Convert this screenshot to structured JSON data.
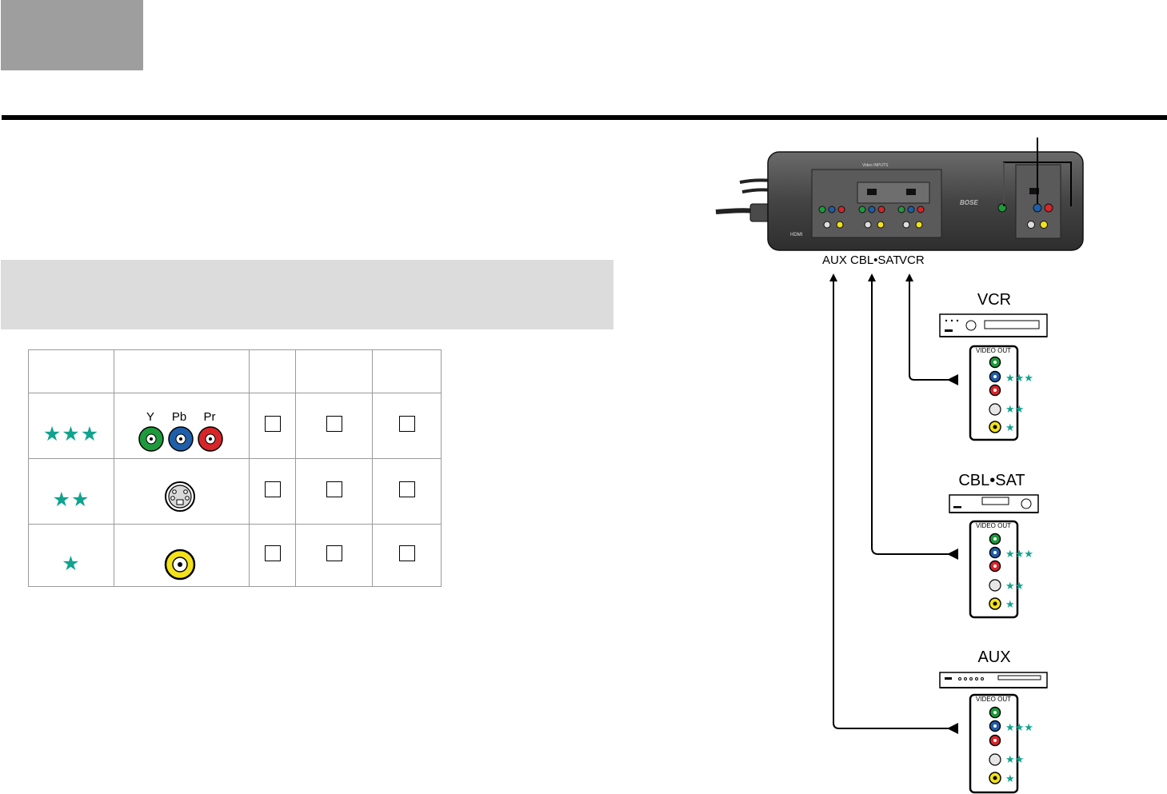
{
  "page": {
    "header_tab": ""
  },
  "device": {
    "logo": "BOSE",
    "label_hdmi": "HDMI",
    "label_video_inputs": "Video INPUTS"
  },
  "input_labels": [
    "AUX",
    "CBL•SAT",
    "VCR"
  ],
  "table": {
    "headers": [
      "",
      "",
      "",
      "",
      ""
    ],
    "rows": [
      {
        "rating": "★★★",
        "connector": "component",
        "jack_labels": [
          "Y",
          "Pb",
          "Pr"
        ]
      },
      {
        "rating": "★★",
        "connector": "s-video"
      },
      {
        "rating": "★",
        "connector": "composite"
      }
    ]
  },
  "sources": [
    {
      "title": "VCR",
      "video_out": "VIDEO OUT",
      "ratings": [
        "★★★",
        "★★",
        "★"
      ]
    },
    {
      "title": "CBL•SAT",
      "video_out": "VIDEO OUT",
      "ratings": [
        "★★★",
        "★★",
        "★"
      ]
    },
    {
      "title": "AUX",
      "video_out": "VIDEO OUT",
      "ratings": [
        "★★★",
        "★★",
        "★"
      ]
    }
  ],
  "colors": {
    "star": "#11a38e",
    "green_jack": "#1e9a3c",
    "blue_jack": "#1f5ea8",
    "red_jack": "#d6262a",
    "yellow_jack": "#f3e21a",
    "device_body": "#3d3d3d"
  }
}
